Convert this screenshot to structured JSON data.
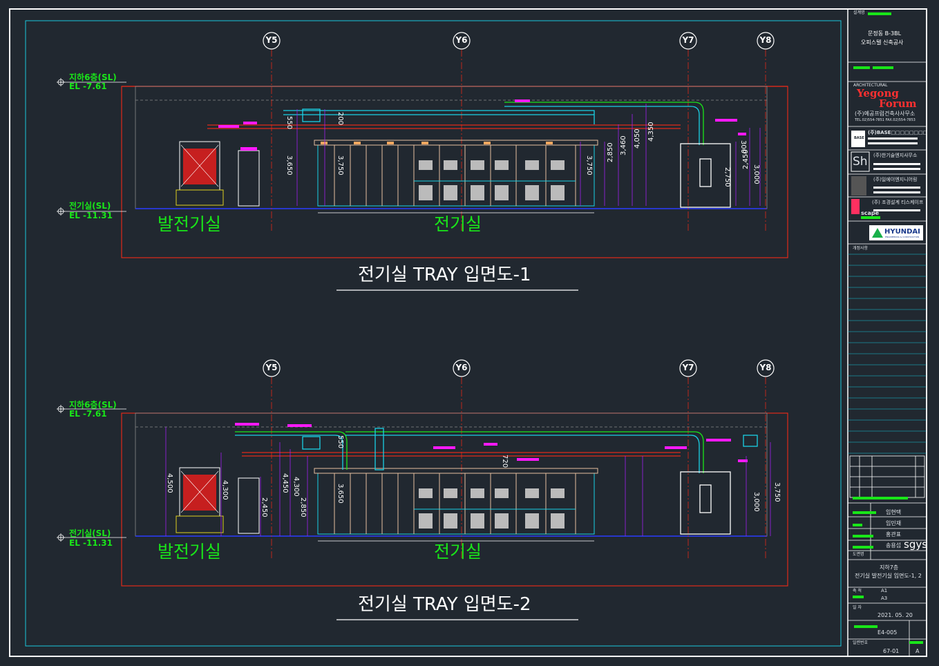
{
  "drawings": [
    {
      "axes": [
        "Y5",
        "Y6",
        "Y7",
        "Y8"
      ],
      "level_top": {
        "name": "지하6층(SL)",
        "el": "EL -7.61"
      },
      "level_bottom": {
        "name": "전기실(SL)",
        "el": "EL -11.31"
      },
      "room_left": "발전기실",
      "room_right": "전기실",
      "title": "전기실 TRAY 입면도-1",
      "dims": [
        "550",
        "200",
        "3,650",
        "3,750",
        "3,750",
        "2,850",
        "3,460",
        "4,050",
        "4,350",
        "300",
        "2,750",
        "2,450",
        "3,000"
      ]
    },
    {
      "axes": [
        "Y5",
        "Y6",
        "Y7",
        "Y8"
      ],
      "level_top": {
        "name": "지하6층(SL)",
        "el": "EL -7.61"
      },
      "level_bottom": {
        "name": "전기실(SL)",
        "el": "EL -11.31"
      },
      "room_left": "발전기실",
      "room_right": "전기실",
      "title": "전기실 TRAY 입면도-2",
      "dims": [
        "4,500",
        "4,300",
        "2,450",
        "4,450",
        "4,300",
        "2,850",
        "550",
        "3,650",
        "720",
        "3,000",
        "3,750"
      ]
    }
  ],
  "title_block": {
    "project_label": "설계명",
    "project_line1": "문정동 B-3BL",
    "project_line2": "오피스텔 신축공사",
    "architect_label": "ARCHITECTURAL",
    "firm_logo_line1": "Yegong",
    "firm_logo_line2": "Forum",
    "firm_name": "(주)예공프럼건축사사무소",
    "firm_tel": "TEL.02)554-7851 FAX.02)554-7853",
    "consultants": [
      "(주)BASE□□□□□□□□",
      "(주)한기술엔지사무소",
      "(주)일에이엔지니어링",
      "(주) 조경설계 티스케이프"
    ],
    "consultant_codes": [
      "BASE",
      "Sh",
      "scape"
    ],
    "contractor_logo": "HYUNDAI",
    "contractor_sub": "ENGINEERING & CONSTRUCTION",
    "revision_label": "개정사항",
    "staff": [
      "임현택",
      "임민재",
      "홍관표",
      "송용섭"
    ],
    "staff_extra": "sgys",
    "drawing_label": "도면명",
    "drawing_name_line1": "지하7층",
    "drawing_name_line2": "전기실 발전기실 입면도-1, 2",
    "scale_label": "축 척",
    "scale_a1": "A1",
    "scale_a3": "A3",
    "date_label": "일 자",
    "date": "2021. 05. 20",
    "sheet_code": "E4-005",
    "number_label": "일련번호",
    "number": "67-01",
    "revision": "A"
  },
  "colors": {
    "background": "#212830",
    "green": "#19e619",
    "red": "#e12a1a",
    "cyan": "#19d2e6",
    "magenta": "#ff19ff",
    "purple": "#a020f0",
    "blue": "#2a3cff"
  }
}
